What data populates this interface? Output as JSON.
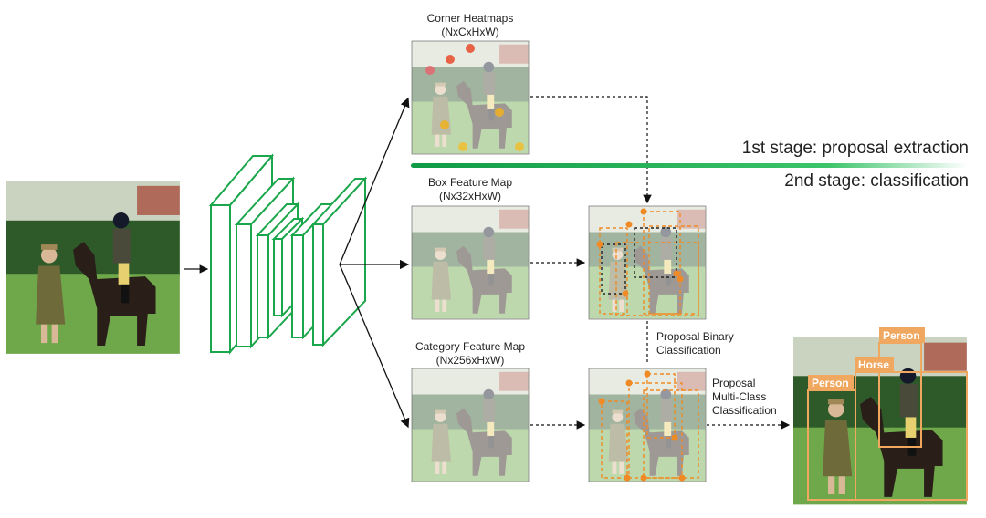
{
  "labels": {
    "corner_title": "Corner Heatmaps",
    "corner_dim": "(NxCxHxW)",
    "box_title": "Box Feature Map",
    "box_dim": "(Nx32xHxW)",
    "cat_title": "Category Feature Map",
    "cat_dim": "(Nx256xHxW)",
    "binary_line1": "Proposal Binary",
    "binary_line2": "Classification",
    "multi_line1": "Proposal",
    "multi_line2": "Multi-Class",
    "multi_line3": "Classification"
  },
  "stages": {
    "first": "1st stage: proposal extraction",
    "second": "2nd stage: classification"
  },
  "detections": [
    {
      "label": "Person"
    },
    {
      "label": "Horse"
    },
    {
      "label": "Person"
    }
  ],
  "colors": {
    "network": "#1aa64a",
    "proposal": "#f08a24",
    "tag": "#f0a860",
    "grass": "#6fa84a",
    "hedge": "#2e5a2a"
  }
}
